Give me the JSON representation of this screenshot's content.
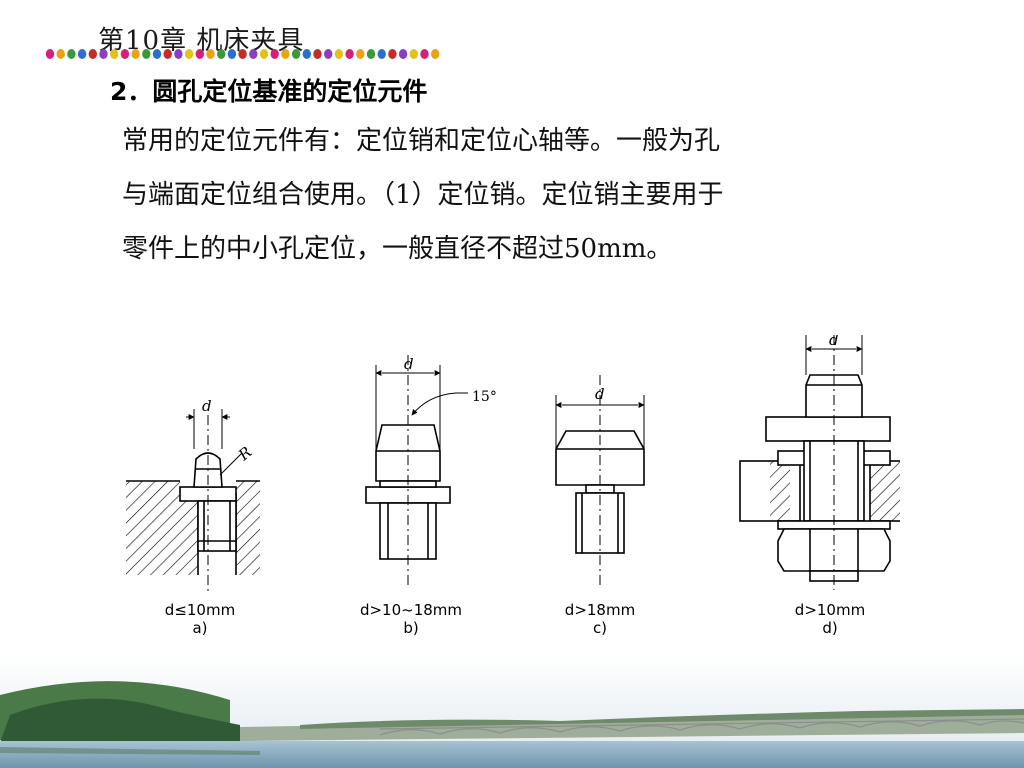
{
  "header": {
    "chapter_title": "第10章   机床夹具"
  },
  "section": {
    "heading": "2．圆孔定位基准的定位元件",
    "paragraph_lines": [
      "常用的定位元件有：定位销和定位心轴等。一般为孔",
      "与端面定位组合使用。（1）定位销。定位销主要用于",
      "零件上的中小孔定位，一般直径不超过50mm。"
    ]
  },
  "figure": {
    "dim_label": "d",
    "radius_label": "R",
    "angle_label": "15°",
    "captions": [
      {
        "condition": "d≤10mm",
        "label": "a)"
      },
      {
        "condition": "d>10~18mm",
        "label": "b)"
      },
      {
        "condition": "d>18mm",
        "label": "c)"
      },
      {
        "condition": "d>10mm",
        "label": "d)"
      }
    ]
  },
  "colors": {
    "dot_palette": [
      "#d61f7a",
      "#e8a317",
      "#3a9a3a",
      "#2a6fd0",
      "#c42b2b",
      "#8a3fc2",
      "#e0c21a"
    ],
    "water": "#8fb3c8",
    "foliage": "#3f6a3a"
  }
}
